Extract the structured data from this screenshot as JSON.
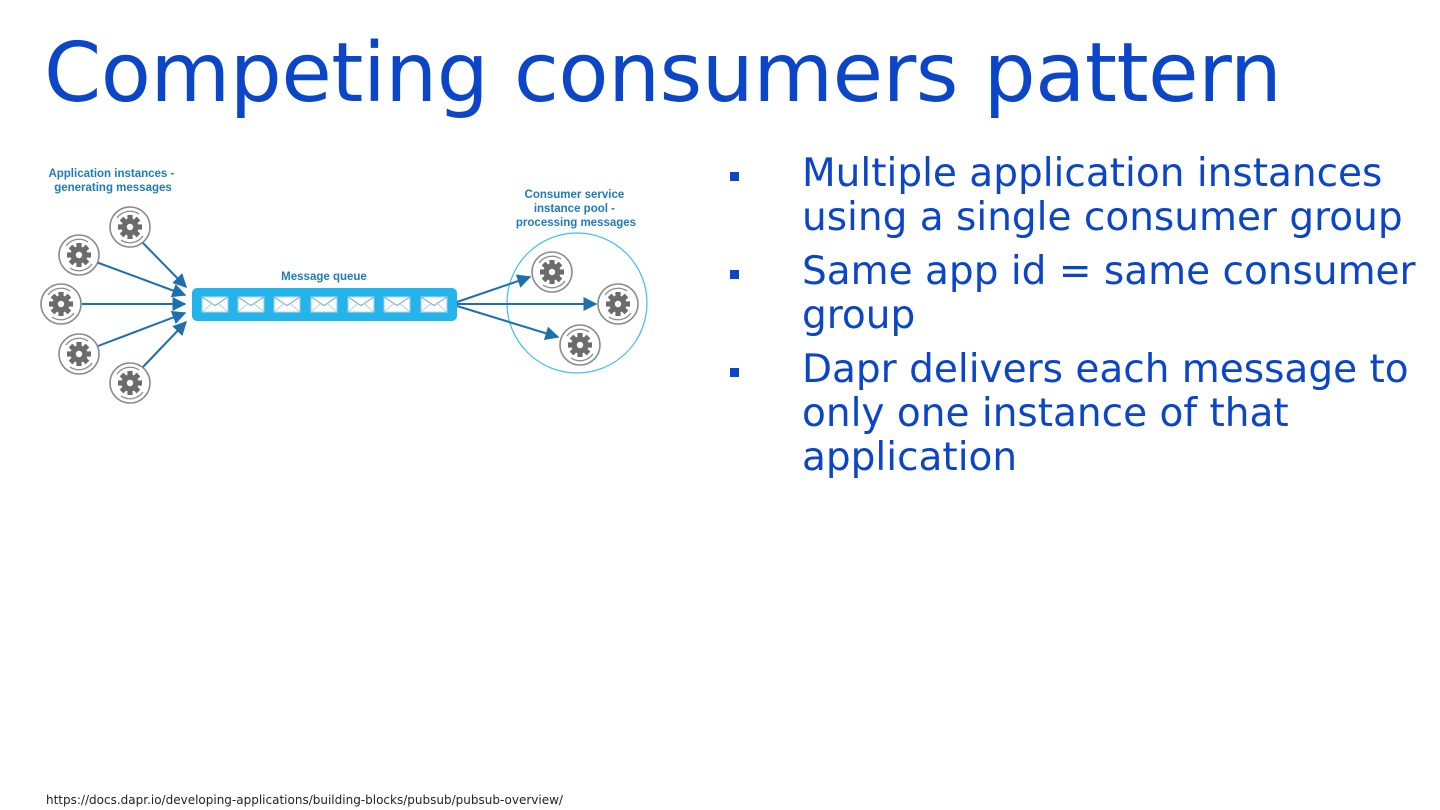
{
  "title": "Competing consumers pattern",
  "diagram": {
    "producers_label_line1": "Application instances -",
    "producers_label_line2": "generating messages",
    "queue_label": "Message queue",
    "consumers_label_line1": "Consumer service",
    "consumers_label_line2": "instance pool -",
    "consumers_label_line3": "processing messages",
    "producer_count": 5,
    "message_count": 7,
    "consumer_count": 3
  },
  "bullets": [
    "Multiple application instances using a single consumer group",
    "Same app id = same consumer group",
    "Dapr delivers each message to only one instance of that application"
  ],
  "source_url": "https://docs.dapr.io/developing-applications/building-blocks/pubsub/pubsub-overview/",
  "colors": {
    "title_blue": "#0b45c8",
    "queue_cyan": "#22b4ea",
    "arrow_blue": "#1e6fb0",
    "gear_gray": "#6b6b6b",
    "pool_circle": "#3cc0ee"
  }
}
